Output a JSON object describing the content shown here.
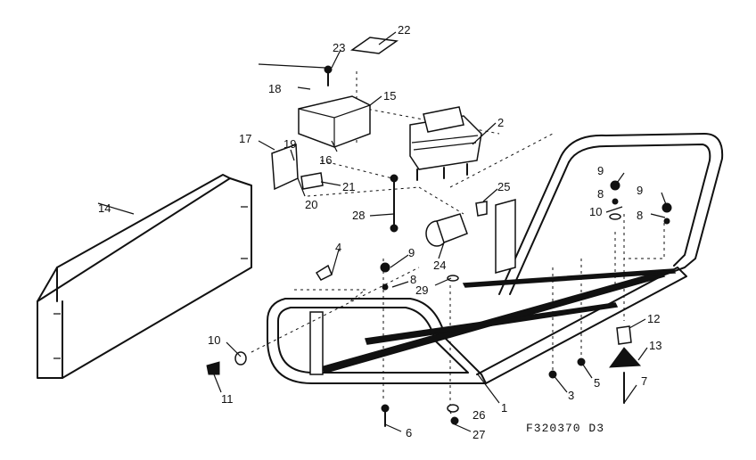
{
  "diagram_code": "F320370 D3",
  "callouts": {
    "c1": "1",
    "c2": "2",
    "c3": "3",
    "c4": "4",
    "c5": "5",
    "c6": "6",
    "c7": "7",
    "c8a": "8",
    "c8b": "8",
    "c8c": "8",
    "c9a": "9",
    "c9b": "9",
    "c9c": "9",
    "c10a": "10",
    "c10b": "10",
    "c11": "11",
    "c12": "12",
    "c13": "13",
    "c14": "14",
    "c15": "15",
    "c16": "16",
    "c17": "17",
    "c18": "18",
    "c19": "19",
    "c20": "20",
    "c21": "21",
    "c22": "22",
    "c23": "23",
    "c24": "24",
    "c25": "25",
    "c26": "26",
    "c27": "27",
    "c28": "28",
    "c29": "29"
  }
}
